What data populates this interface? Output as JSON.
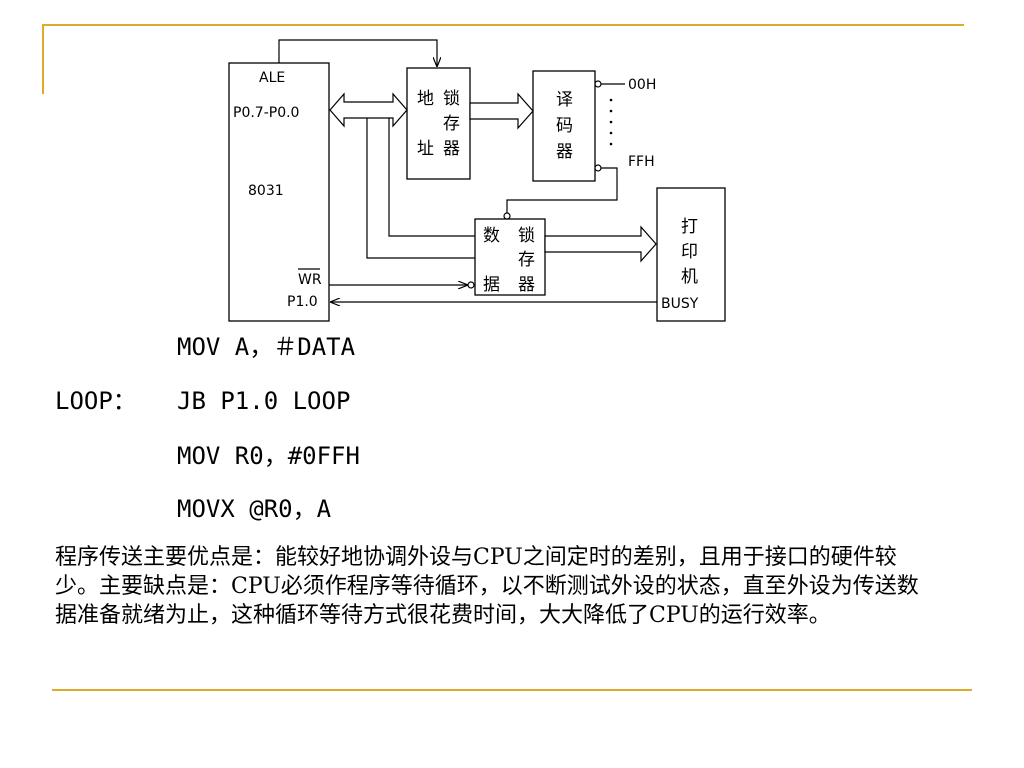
{
  "diagram": {
    "cpu": {
      "pin_ale": "ALE",
      "pin_port0": "P0.7-P0.0",
      "chip": "8031",
      "pin_wr": "WR",
      "pin_p10": "P1.0"
    },
    "address_latch": {
      "col1": [
        "地",
        "址"
      ],
      "col2": [
        "锁",
        "存",
        "器"
      ]
    },
    "decoder": {
      "chars": [
        "译",
        "码",
        "器"
      ],
      "out_first": "00H",
      "out_last": "FFH"
    },
    "data_latch": {
      "col1": [
        "数",
        "据"
      ],
      "col2": [
        "锁",
        "存",
        "器"
      ]
    },
    "printer": {
      "chars": [
        "打",
        "印",
        "机"
      ],
      "busy": "BUSY"
    }
  },
  "code": [
    {
      "label": "",
      "text": "MOV A，＃DATA"
    },
    {
      "label": "LOOP：",
      "text": "JB P1.0 LOOP"
    },
    {
      "label": "",
      "text": "MOV R0，#0FFH"
    },
    {
      "label": "",
      "text": "MOVX @R0，A"
    }
  ],
  "paragraph": "程序传送主要优点是：能较好地协调外设与CPU之间定时的差别，且用于接口的硬件较少。主要缺点是：CPU必须作程序等待循环，以不断测试外设的状态，直至外设为传送数据准备就绪为止，这种循环等待方式很花费时间，大大降低了CPU的运行效率。"
}
